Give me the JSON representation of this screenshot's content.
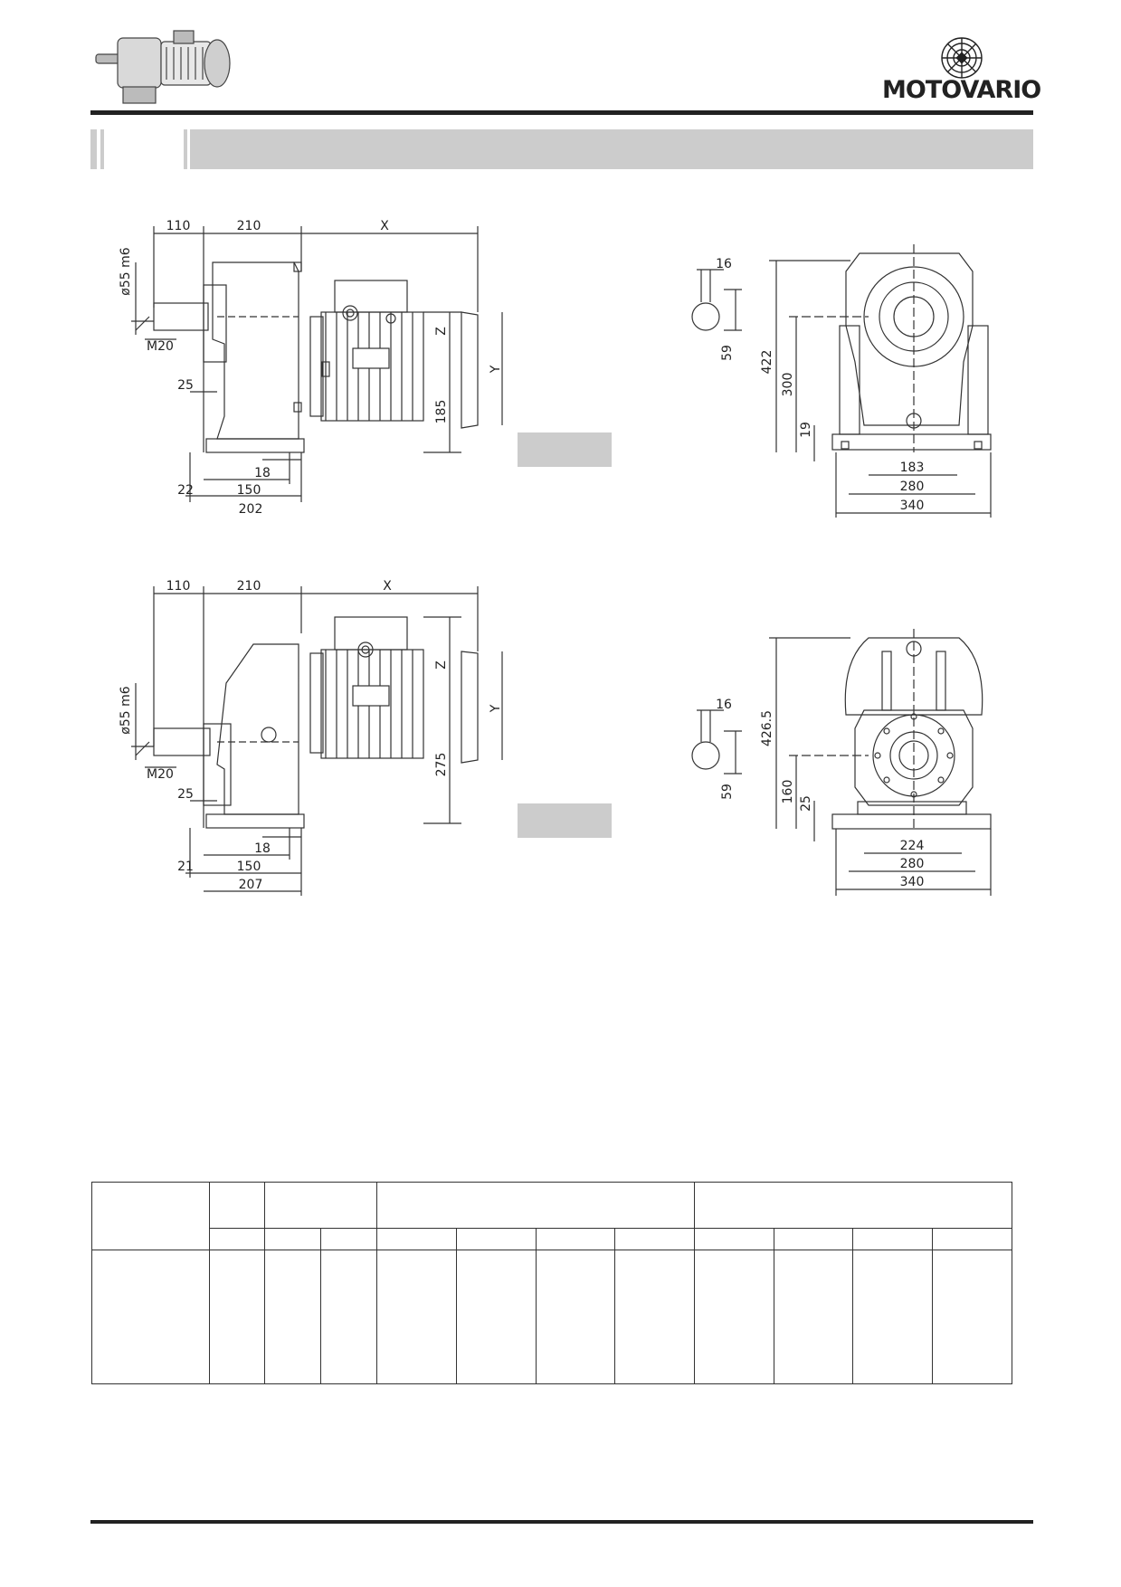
{
  "brand": {
    "name": "MOTOVARIO"
  },
  "view1": {
    "top_dims": [
      "110",
      "210",
      "X"
    ],
    "shaft_diameter": "ø55 m6",
    "thread": "M20",
    "height_labels": [
      "Z",
      "Y",
      "185"
    ],
    "foot_dims": [
      "25",
      "18",
      "22",
      "150",
      "202"
    ],
    "end_dims": {
      "key_width": "16",
      "key_height": "59",
      "overall_height": "422",
      "axis_height": "300",
      "foot_thickness": "19",
      "base_widths": [
        "183",
        "280",
        "340"
      ]
    }
  },
  "view2": {
    "top_dims": [
      "110",
      "210",
      "X"
    ],
    "shaft_diameter": "ø55 m6",
    "thread": "M20",
    "height_labels": [
      "Z",
      "Y",
      "275"
    ],
    "foot_dims": [
      "25",
      "18",
      "21",
      "150",
      "207"
    ],
    "end_dims": {
      "key_width": "16",
      "key_height": "59",
      "overall_height": "426.5",
      "axis_height": "160",
      "foot_thickness": "25",
      "base_widths": [
        "224",
        "280",
        "340"
      ]
    }
  },
  "colors": {
    "accent_gray": "#cccccc",
    "line": "#333333"
  }
}
